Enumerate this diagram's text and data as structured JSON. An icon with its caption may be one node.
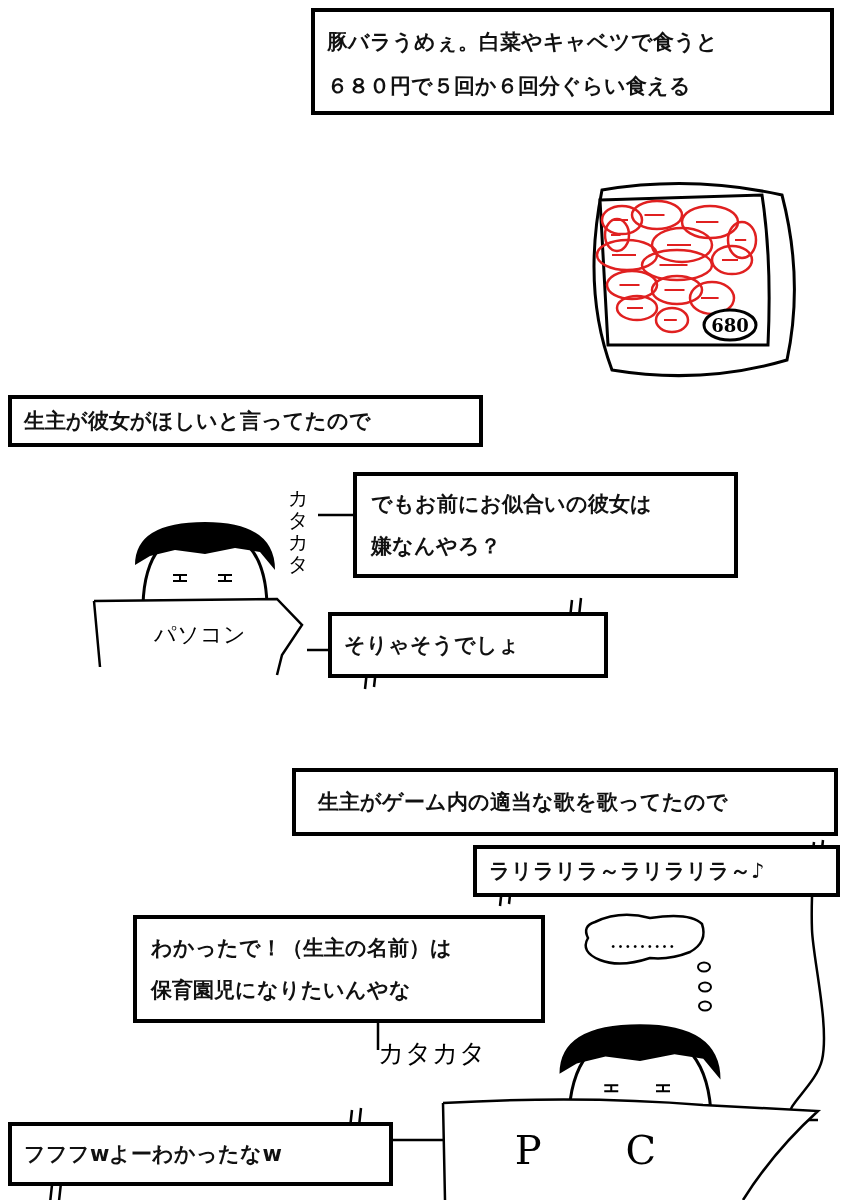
{
  "diagram": {
    "nodes": [
      {
        "text": [
          "豚バラうめぇ。白菜やキャベツで食うと６８０円で５回か６回分ぐらい食える"
        ]
      },
      {
        "text": [],
        "shape": "picture"
      },
      {
        "text": [
          "680"
        ],
        "in": 1
      },
      {
        "text": [
          "生主が彼女がほしいと言ってたので"
        ]
      },
      {
        "text": [
          "カタカタ"
        ]
      },
      {
        "text": [
          "でもお前にお似合いの彼女は嫌なんやろ？"
        ]
      },
      {
        "text": [
          "パソコン"
        ]
      },
      {
        "text": [
          "そりゃそうでしょ"
        ]
      },
      {
        "text": [
          "生主がゲーム内の適当な歌を歌ってたので"
        ]
      },
      {
        "text": [
          "ラリラリラ～ラリラリラ～♪"
        ]
      },
      {
        "text": [
          "わかったで！（生主の名前）は保育園児になりたいんやな"
        ]
      },
      {
        "text": [
          "………"
        ]
      },
      {
        "text": [
          "カタカタ"
        ]
      },
      {
        "text": [
          "P",
          "C"
        ]
      },
      {
        "text": [
          "フフフwよーわかったなw"
        ]
      }
    ],
    "edges": [
      {
        "from": 5,
        "to": 4,
        "arrow": "none"
      },
      {
        "from": 7,
        "to": 6,
        "arrow": "none"
      },
      {
        "from": 9,
        "to": 13,
        "arrow": "none"
      },
      {
        "from": 10,
        "to": 12,
        "arrow": "none"
      },
      {
        "from": 14,
        "to": 13,
        "arrow": "none"
      }
    ]
  }
}
